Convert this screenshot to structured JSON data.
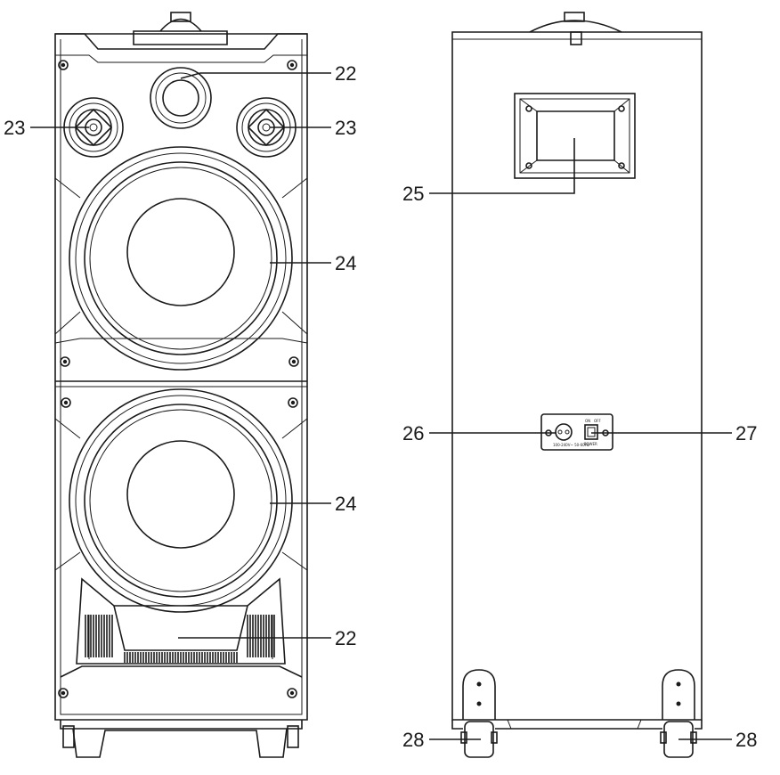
{
  "callouts": {
    "front_light_top": "22",
    "tweeter_left": "23",
    "tweeter_right": "23",
    "woofer_upper": "24",
    "woofer_lower": "24",
    "front_light_bottom": "22",
    "rear_handle": "25",
    "ac_input": "26",
    "power_switch": "27",
    "wheel_left": "28",
    "wheel_right": "28"
  },
  "panel_markings": {
    "ac_label": "100-240V~ 50-60Hz",
    "switch_label": "POWER",
    "switch_on": "ON",
    "switch_off": "OFF"
  },
  "colors": {
    "line": "#1a1a1a",
    "background": "#ffffff"
  }
}
